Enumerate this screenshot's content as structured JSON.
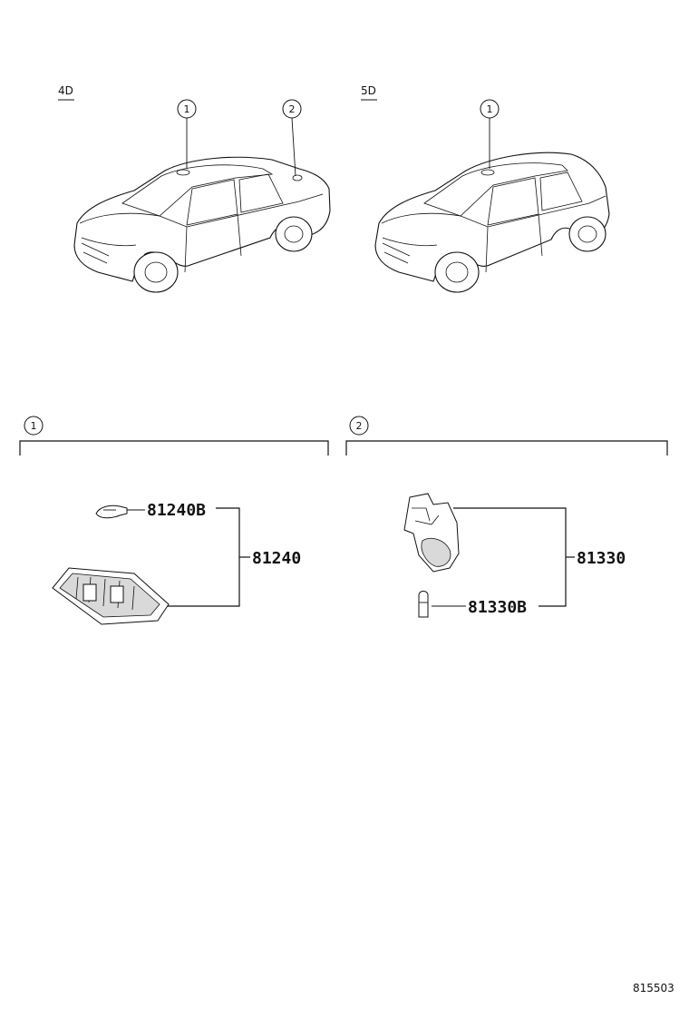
{
  "variants": {
    "left": {
      "label": "4D",
      "callouts": [
        "1",
        "2"
      ]
    },
    "right": {
      "label": "5D",
      "callouts": [
        "1"
      ]
    }
  },
  "groups": [
    {
      "callout": "1",
      "parts": {
        "bulb": "81240B",
        "assembly": "81240"
      }
    },
    {
      "callout": "2",
      "parts": {
        "assembly": "81330",
        "bulb": "81330B"
      }
    }
  ],
  "drawing_id": "815503"
}
